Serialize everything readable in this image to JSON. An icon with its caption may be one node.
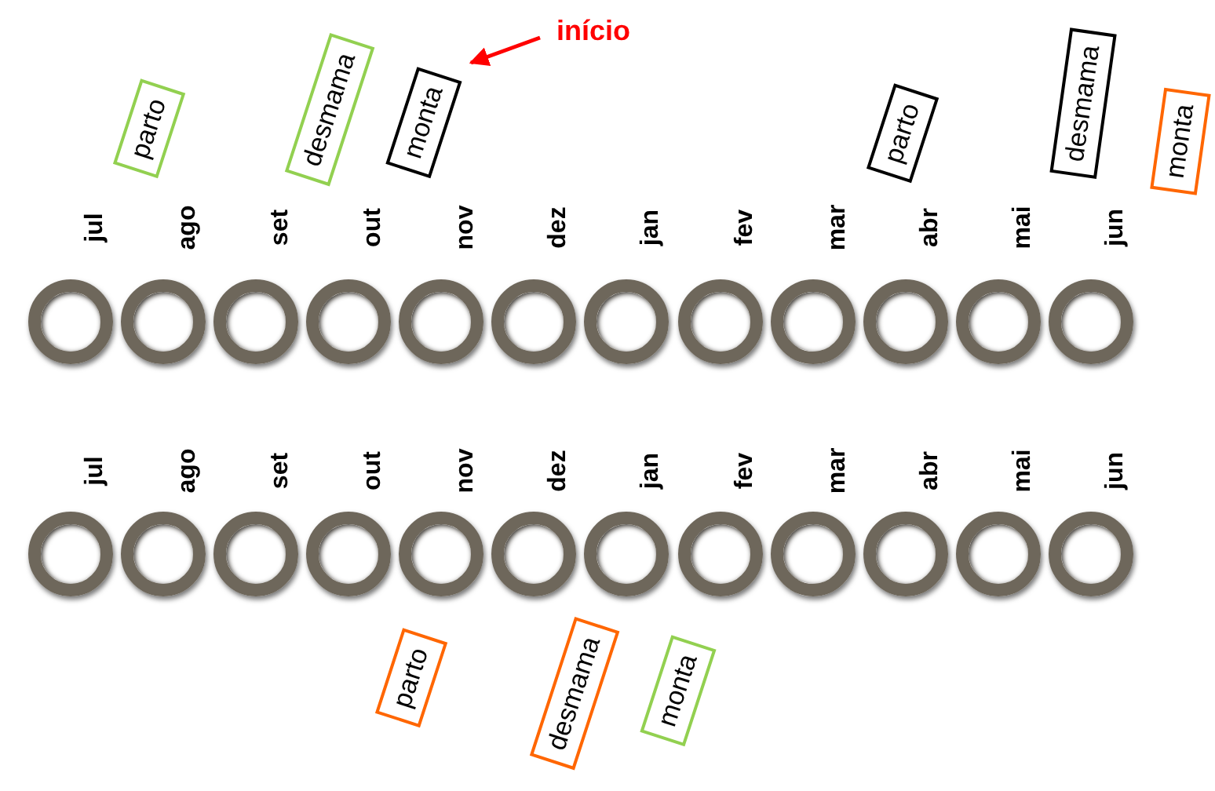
{
  "diagram": {
    "nodes": [
      {
        "text": [
          "início"
        ]
      },
      {
        "text": [
          "parto"
        ]
      },
      {
        "text": [
          "desmama"
        ]
      },
      {
        "text": [
          "monta"
        ]
      },
      {
        "text": [
          "parto"
        ]
      },
      {
        "text": [
          "desmama"
        ]
      },
      {
        "text": [
          "monta"
        ]
      },
      {
        "text": [],
        "shape": "circle"
      },
      {
        "text": [],
        "shape": "circle"
      },
      {
        "text": [],
        "shape": "circle"
      },
      {
        "text": [],
        "shape": "circle"
      },
      {
        "text": [],
        "shape": "circle"
      },
      {
        "text": [],
        "shape": "circle"
      },
      {
        "text": [],
        "shape": "circle"
      },
      {
        "text": [],
        "shape": "circle"
      },
      {
        "text": [],
        "shape": "circle"
      },
      {
        "text": [],
        "shape": "circle"
      },
      {
        "text": [],
        "shape": "circle"
      },
      {
        "text": [],
        "shape": "circle"
      },
      {
        "text": [],
        "shape": "circle"
      },
      {
        "text": [],
        "shape": "circle"
      },
      {
        "text": [],
        "shape": "circle"
      },
      {
        "text": [],
        "shape": "circle"
      },
      {
        "text": [],
        "shape": "circle"
      },
      {
        "text": [],
        "shape": "circle"
      },
      {
        "text": [],
        "shape": "circle"
      },
      {
        "text": [],
        "shape": "circle"
      },
      {
        "text": [],
        "shape": "circle"
      },
      {
        "text": [],
        "shape": "circle"
      },
      {
        "text": [],
        "shape": "circle"
      },
      {
        "text": [],
        "shape": "circle"
      },
      {
        "text": [
          "parto"
        ]
      },
      {
        "text": [
          "desmama"
        ]
      },
      {
        "text": [
          "monta"
        ]
      }
    ],
    "edges": [
      {
        "from": 0,
        "to": 3,
        "arrow": "to",
        "color": "#ff0000"
      }
    ],
    "labels": [
      "jul",
      "ago",
      "set",
      "out",
      "nov",
      "dez",
      "jan",
      "fev",
      "mar",
      "abr",
      "mai",
      "jun",
      "jul",
      "ago",
      "set",
      "out",
      "nov",
      "dez",
      "jan",
      "fev",
      "mar",
      "abr",
      "mai",
      "jun"
    ]
  }
}
